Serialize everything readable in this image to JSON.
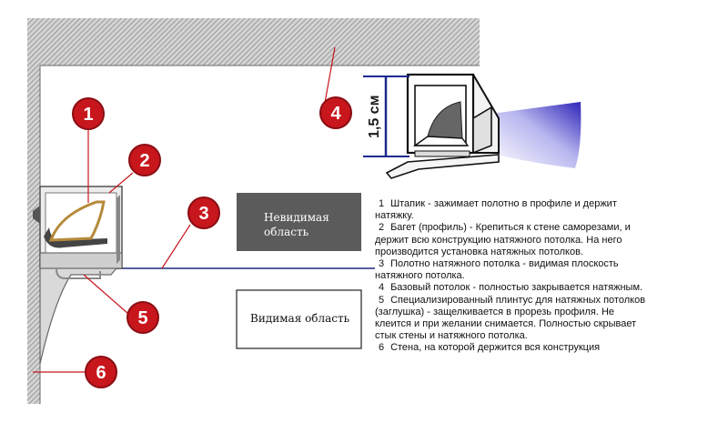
{
  "callouts": [
    {
      "num": "1"
    },
    {
      "num": "2"
    },
    {
      "num": "3"
    },
    {
      "num": "4"
    },
    {
      "num": "5"
    },
    {
      "num": "6"
    }
  ],
  "boxes": {
    "invisible": "Невидимая область",
    "invisible_line1": "Невидимая",
    "invisible_line2": "область",
    "visible": "Видимая область"
  },
  "dimension": "1,5 см",
  "legend": [
    {
      "num": "1",
      "text": "Штапик - зажимает полотно в профиле и держит натяжку."
    },
    {
      "num": "2",
      "text": "Багет (профиль) - Крепиться к стене саморезами, и держит всю конструкцию натяжного потолка. На него производится установка натяжных потолков."
    },
    {
      "num": "3",
      "text": "Полотно натяжного потолка - видимая плоскость натяжного потолка."
    },
    {
      "num": "4",
      "text": "Базовый потолок - полностью закрывается натяжным."
    },
    {
      "num": "5",
      "text": "Специализированный плинтус для натяжных потолков (заглушка) - защелкивается в прорезь профиля. Не клеится и при желании снимается. Полностью скрывает стык стены и натяжного потолка."
    },
    {
      "num": "6",
      "text": "Стена, на которой держится вся конструкция"
    }
  ],
  "colors": {
    "callout": "#c8161d",
    "hatch": "#9a9a9a",
    "dimension": "#1b2a8f",
    "invisible_box": "#5b5b5b",
    "membrane": "#1d2a7a",
    "gradient_dark": "#3a2fc0"
  }
}
